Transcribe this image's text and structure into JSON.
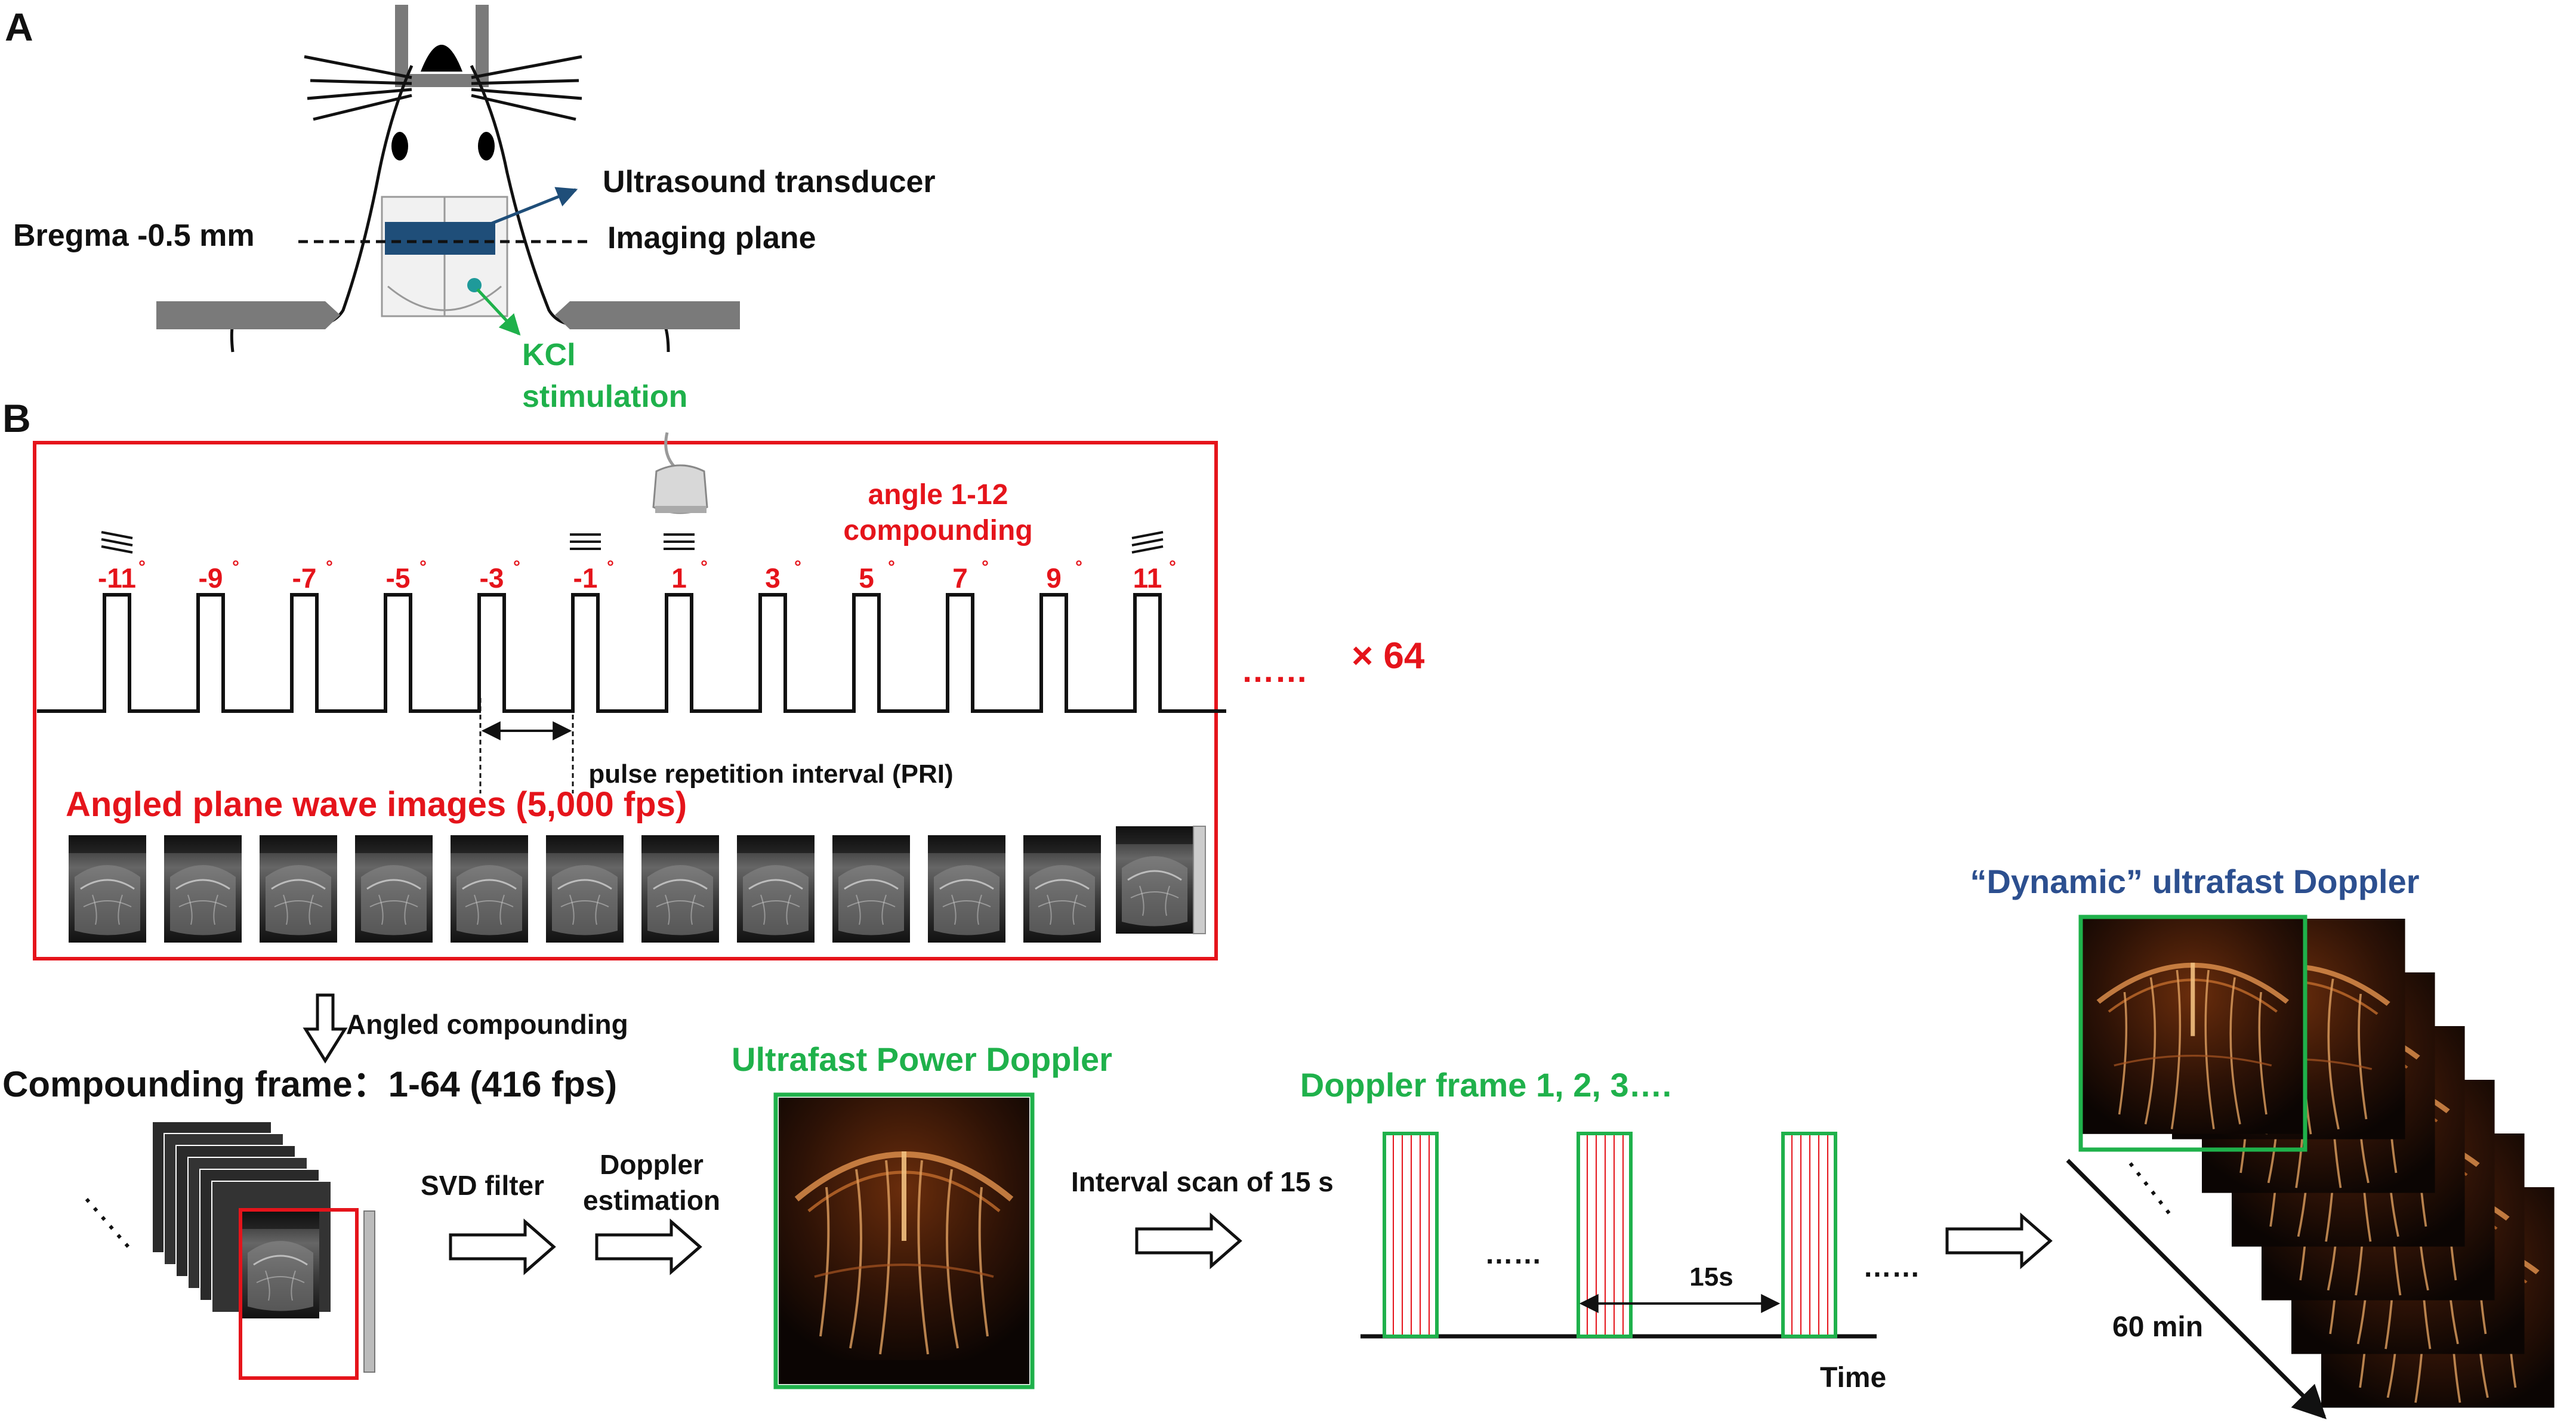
{
  "panel_a": {
    "label": "A",
    "transducer_label": "Ultrasound transducer",
    "imaging_plane_label": "Imaging plane",
    "bregma_label": "Bregma -0.5 mm",
    "kcl_line1": "KCl",
    "kcl_line2": "stimulation"
  },
  "panel_b": {
    "label": "B",
    "angle_compounding_line1": "angle 1-12",
    "angle_compounding_line2": "compounding",
    "angles": [
      "-11",
      "-9",
      "-7",
      "-5",
      "-3",
      "-1",
      "1",
      "3",
      "5",
      "7",
      "9",
      "11"
    ],
    "degree_symbol": "°",
    "repeat_dots": "……",
    "repeat_times": "× 64",
    "pri_label": "pulse repetition interval (PRI)",
    "plane_wave_title": "Angled plane wave images (5,000 fps)",
    "angled_compounding_label": "Angled compounding",
    "compounding_frame_label": "Compounding frame：1-64 (416 fps)",
    "svd_label": "SVD filter",
    "doppler_est_line1": "Doppler",
    "doppler_est_line2": "estimation",
    "power_doppler_title": "Ultrafast Power Doppler",
    "interval_scan_label": "Interval scan of 15 s",
    "doppler_frames_title": "Doppler frame 1, 2, 3….",
    "dots_a": "……",
    "dots_b": "……",
    "interval_15s": "15s",
    "time_label": "Time",
    "dynamic_title": "“Dynamic” ultrafast Doppler",
    "sixty_min": "60 min"
  },
  "colors": {
    "red": "#e5141b",
    "green": "#1fb14b",
    "blue": "#2c4f8f",
    "plane_blue": "#1f4e79",
    "holder_gray": "#7a7a7a"
  }
}
